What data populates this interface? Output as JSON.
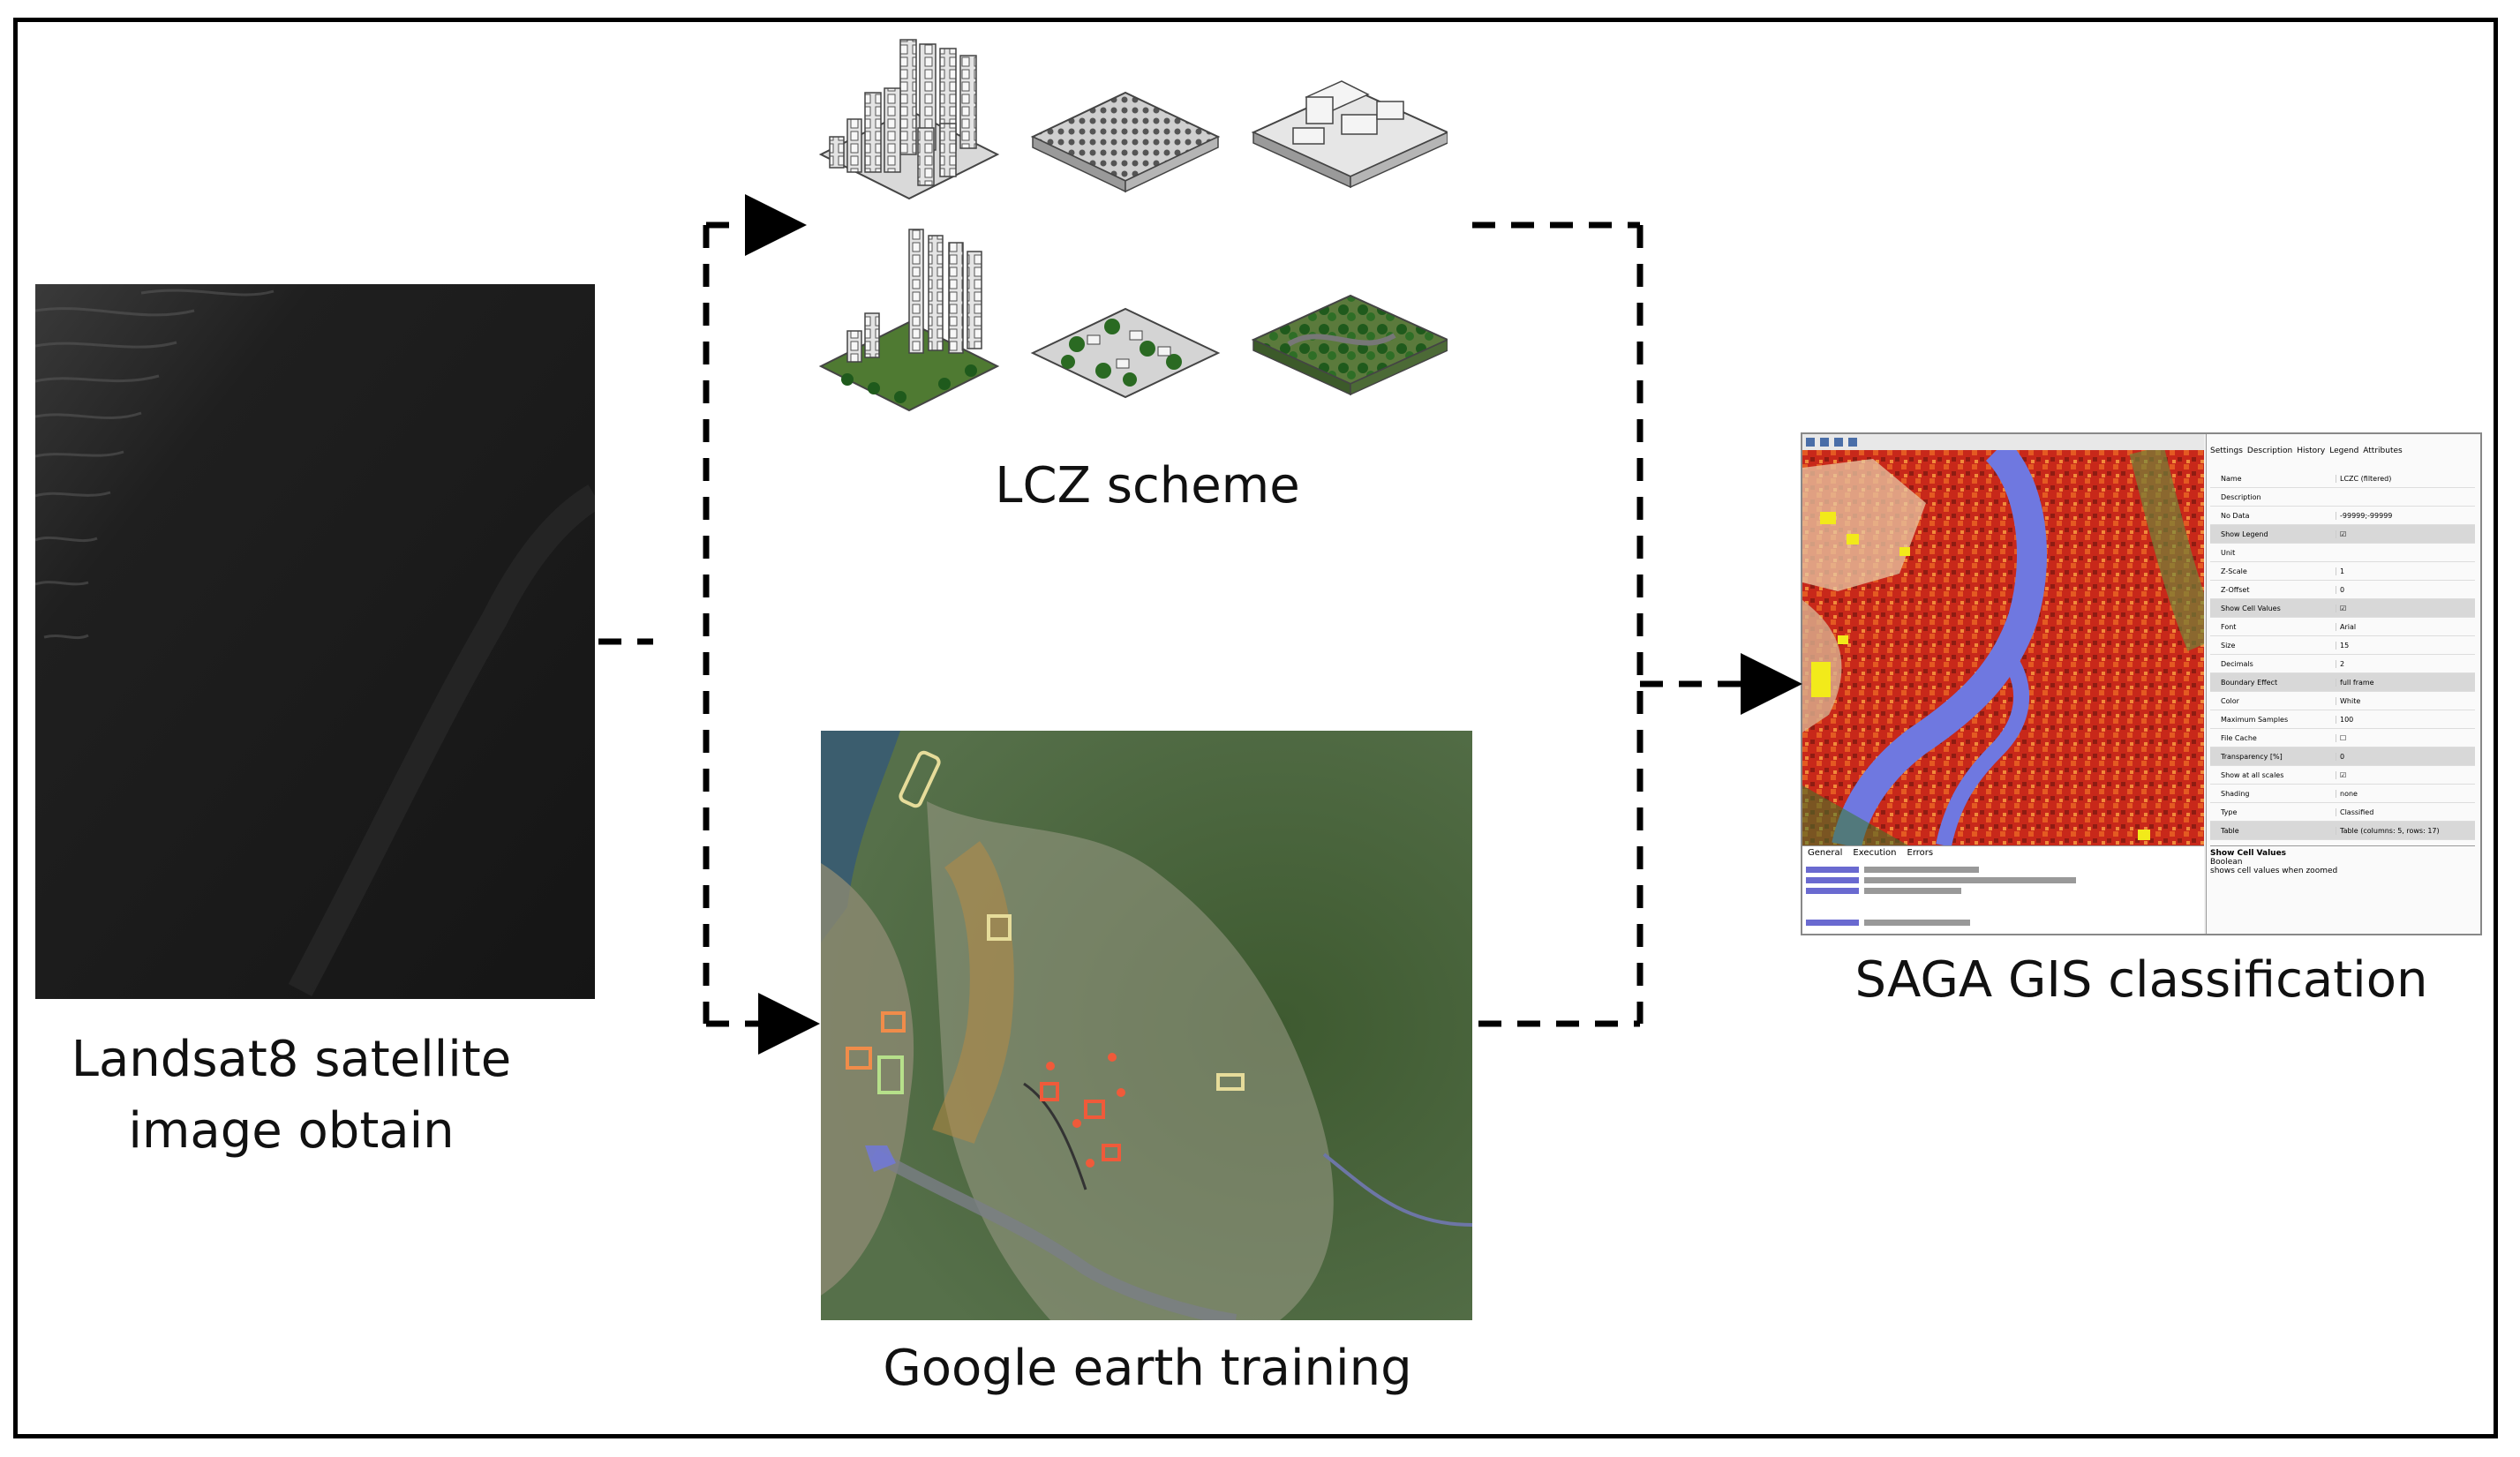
{
  "diagram": {
    "steps": [
      {
        "id": "landsat",
        "label_lines": [
          "Landsat8 satellite",
          "image obtain"
        ]
      },
      {
        "id": "lcz",
        "label": "LCZ scheme"
      },
      {
        "id": "google",
        "label": "Google earth training"
      },
      {
        "id": "saga",
        "label": "SAGA GIS classification"
      }
    ],
    "colors": {
      "border": "#000000",
      "arrow": "#000000",
      "satellite_dark": "#1c1c1c",
      "map_green": "#4f6a3d",
      "class_red": "#c8281a",
      "river_blue": "#6f78e0"
    }
  },
  "saga_window": {
    "tabs": [
      "Settings",
      "Description",
      "History",
      "Legend",
      "Attributes"
    ],
    "property_rows": [
      {
        "name": "Name",
        "value": "LCZC (filtered)"
      },
      {
        "name": "Description",
        "value": ""
      },
      {
        "name": "No Data",
        "value": "-99999;-99999"
      },
      {
        "name": "Show Legend",
        "value": "☑"
      },
      {
        "name": "Unit",
        "value": ""
      },
      {
        "name": "Z-Scale",
        "value": "1"
      },
      {
        "name": "Z-Offset",
        "value": "0"
      },
      {
        "name": "Show Cell Values",
        "value": "☑"
      },
      {
        "name": "Font",
        "value": "Arial"
      },
      {
        "name": "Size",
        "value": "15"
      },
      {
        "name": "Decimals",
        "value": "2"
      },
      {
        "name": "Boundary Effect",
        "value": "full frame"
      },
      {
        "name": "Color",
        "value": "White"
      },
      {
        "name": "Maximum Samples",
        "value": "100"
      },
      {
        "name": "File Cache",
        "value": "☐"
      },
      {
        "name": "Transparency [%]",
        "value": "0"
      },
      {
        "name": "Show at all scales",
        "value": "☑"
      },
      {
        "name": "Shading",
        "value": "none"
      },
      {
        "name": "Type",
        "value": "Classified"
      },
      {
        "name": "Table",
        "value": "Table (columns: 5, rows: 17)"
      }
    ],
    "help_title": "Show Cell Values",
    "help_lines": [
      "Boolean",
      "shows cell values when zoomed"
    ],
    "message_tabs": [
      "General",
      "Execution",
      "Errors"
    ]
  }
}
